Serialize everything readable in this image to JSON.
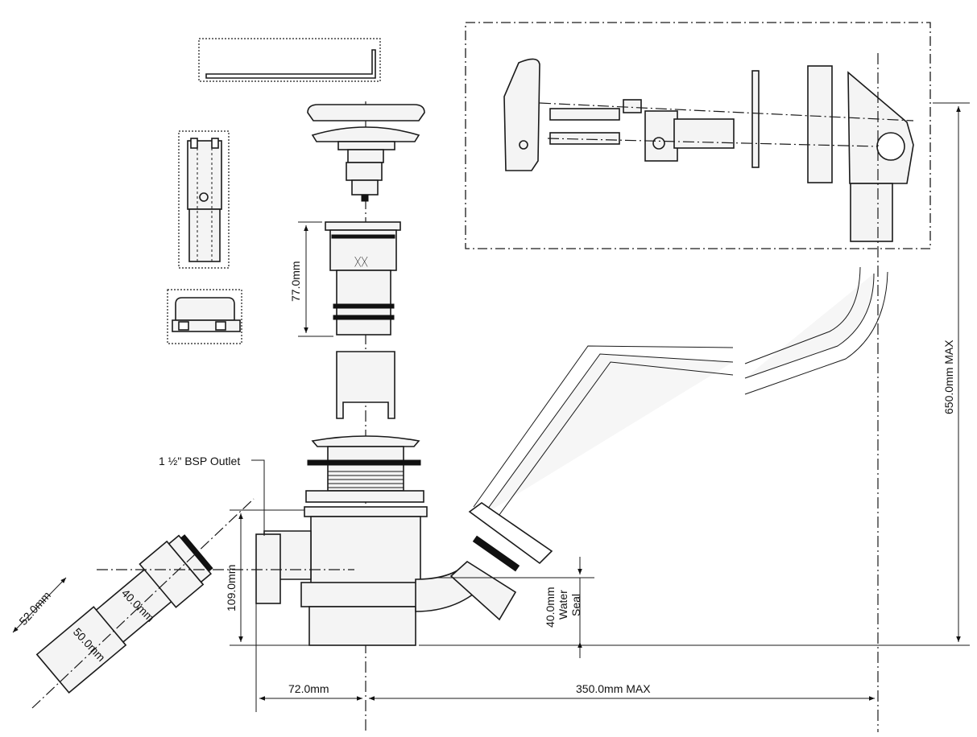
{
  "labels": {
    "bsp_outlet": "1 ½\" BSP Outlet",
    "dim_77": "77.0mm",
    "dim_109": "109.0mm",
    "dim_52": "52.0mm",
    "dim_40": "40.0mm",
    "dim_50": "50.0mm",
    "dim_72": "72.0mm",
    "dim_350": "350.0mm MAX",
    "dim_650": "650.0mm MAX",
    "water_seal_1": "40.0mm",
    "water_seal_2": "Water",
    "water_seal_3": "Seal"
  }
}
